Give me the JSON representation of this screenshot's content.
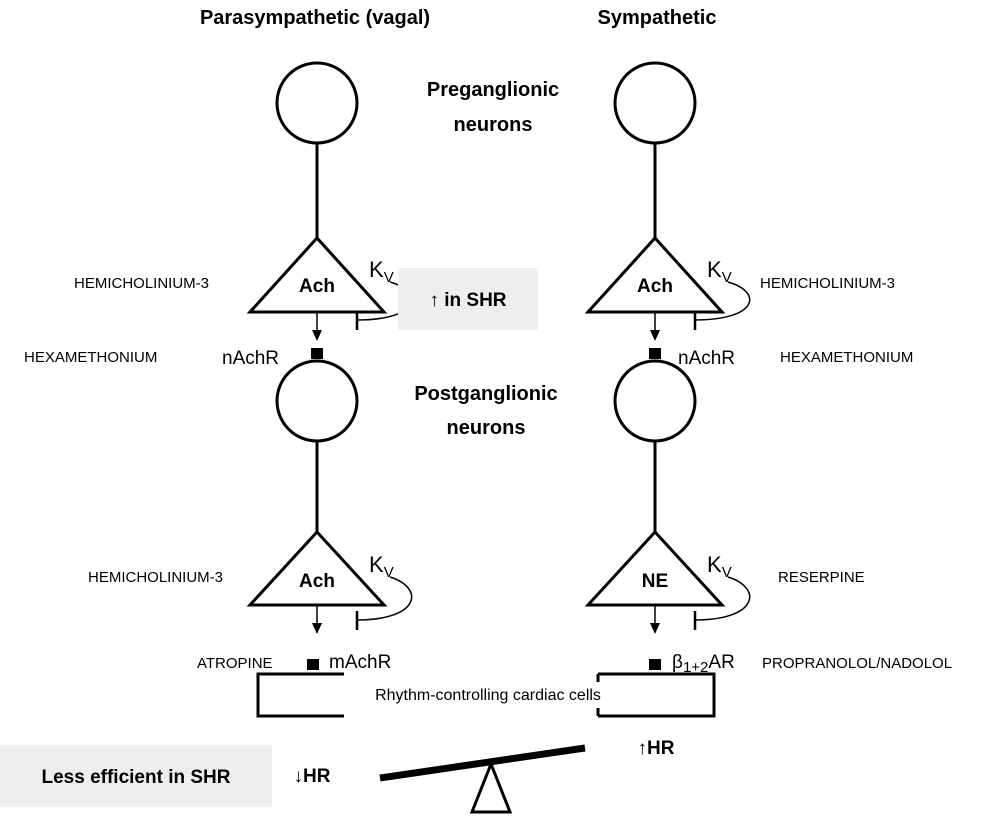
{
  "headers": {
    "parasympathetic": "Parasympathetic (vagal)",
    "sympathetic": "Sympathetic"
  },
  "center_labels": {
    "preganglionic_line1": "Preganglionic",
    "preganglionic_line2": "neurons",
    "postganglionic_line1": "Postganglionic",
    "postganglionic_line2": "neurons"
  },
  "neurotransmitters": {
    "para_pre": "Ach",
    "symp_pre": "Ach",
    "para_post": "Ach",
    "symp_post": "NE"
  },
  "channel": {
    "k": "K",
    "sub": "V"
  },
  "drugs": {
    "para_pre": "HEMICHOLINIUM-3",
    "symp_pre": "HEMICHOLINIUM-3",
    "para_ganglion": "HEXAMETHONIUM",
    "symp_ganglion": "HEXAMETHONIUM",
    "para_post": "HEMICHOLINIUM-3",
    "symp_post": "RESERPINE",
    "para_target": "ATROPINE",
    "symp_target": "PROPRANOLOL/NADOLOL"
  },
  "receptors": {
    "para_ganglion": "nAchR",
    "symp_ganglion": "nAchR",
    "para_target": "mAchR",
    "symp_target_beta": "β",
    "symp_target_sub": "1+2",
    "symp_target_suffix": "AR"
  },
  "notes": {
    "kv_shr": "↑ in SHR",
    "less_efficient": "Less efficient in SHR"
  },
  "target_cells": "Rhythm-controlling cardiac cells",
  "outcomes": {
    "hr_down": "↓HR",
    "hr_up": "↑HR"
  },
  "colors": {
    "note_box": "#eeeeee",
    "stroke": "#000000"
  }
}
